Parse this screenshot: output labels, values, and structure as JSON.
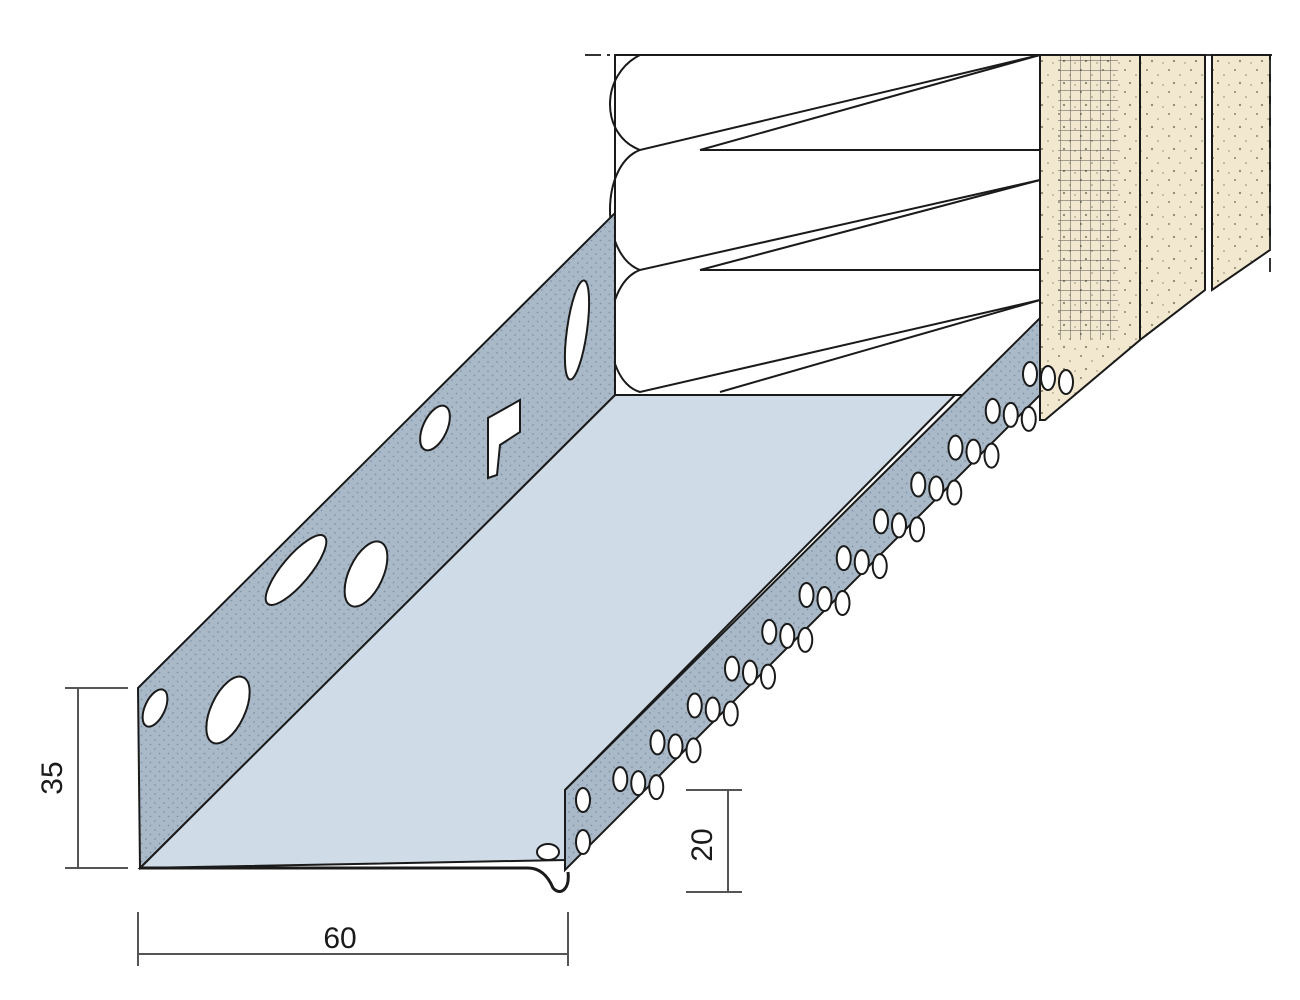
{
  "dimensions": {
    "width": "60",
    "height": "35",
    "lip": "20"
  },
  "colors": {
    "metal_face": "#a7b7c6",
    "metal_floor": "#cfdbe6",
    "metal_dark": "#8d9fb1",
    "plaster": "#f1e7cd",
    "outline": "#1a1a1a",
    "insulation_bg": "#ffffff"
  }
}
